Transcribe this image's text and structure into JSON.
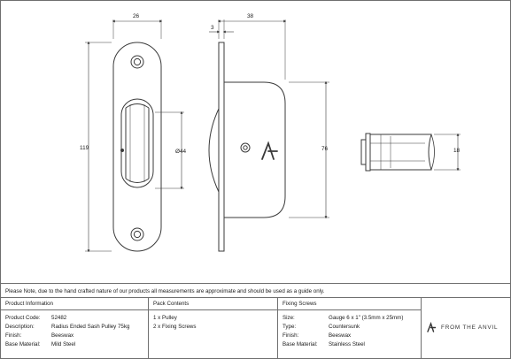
{
  "drawing": {
    "dimensions": {
      "width_front": "26",
      "height_front": "119",
      "pulley_diameter": "Ø44",
      "depth": "38",
      "faceplate": "3",
      "case_height": "76",
      "pulley_width": "18"
    }
  },
  "note": "Please Note, due to the hand crafted nature of our products all measurements are approximate and should be used as a guide only.",
  "product_information": {
    "header": "Product Information",
    "rows": [
      {
        "label": "Product Code:",
        "value": "52482"
      },
      {
        "label": "Description:",
        "value": "Radius Ended Sash Pulley 75kg"
      },
      {
        "label": "Finish:",
        "value": "Beeswax"
      },
      {
        "label": "Base Material:",
        "value": "Mild Steel"
      }
    ]
  },
  "pack_contents": {
    "header": "Pack Contents",
    "rows": [
      {
        "value": "1 x Pulley"
      },
      {
        "value": "2 x Fixing Screws"
      }
    ]
  },
  "fixing_screws": {
    "header": "Fixing Screws",
    "rows": [
      {
        "label": "Size:",
        "value": "Gauge 6 x 1\" (3.5mm x 25mm)"
      },
      {
        "label": "Type:",
        "value": "Countersunk"
      },
      {
        "label": "Finish:",
        "value": "Beeswax"
      },
      {
        "label": "Base Material:",
        "value": "Stainless Steel"
      }
    ]
  },
  "brand": {
    "name": "FROM THE ANVIL",
    "logo_icon": "anvil-logo-icon"
  },
  "colors": {
    "line": "#3a3a3a",
    "border": "#6f6f6f"
  }
}
